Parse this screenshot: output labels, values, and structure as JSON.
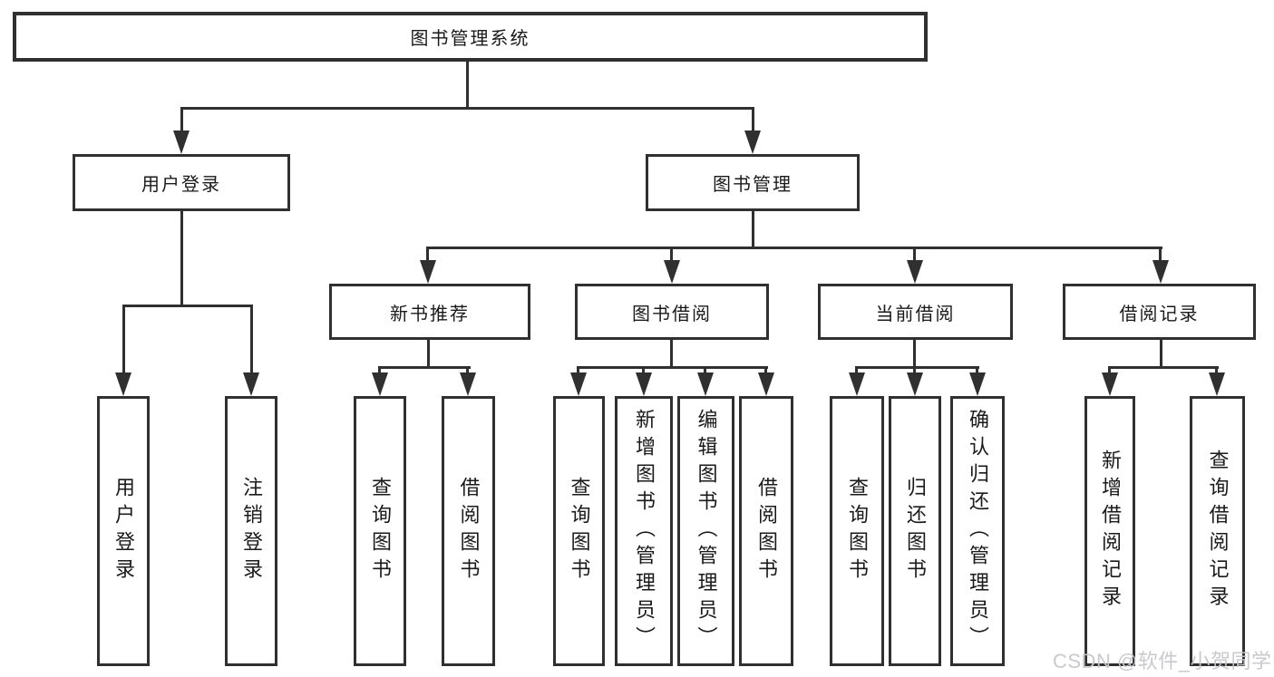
{
  "nodes": {
    "root": "图书管理系统",
    "user_login": "用户登录",
    "book_mgmt": "图书管理",
    "recommend": "新书推荐",
    "borrow": "图书借阅",
    "current": "当前借阅",
    "records": "借阅记录",
    "login_leaves": [
      "用户登录",
      "注销登录"
    ],
    "recommend_leaves": [
      "查询图书",
      "借阅图书"
    ],
    "borrow_leaves": [
      "查询图书",
      "新增图书（管理员）",
      "编辑图书（管理员）",
      "借阅图书"
    ],
    "current_leaves": [
      "查询图书",
      "归还图书",
      "确认归还（管理员）"
    ],
    "records_leaves": [
      "新增借阅记录",
      "查询借阅记录"
    ]
  },
  "watermark": "CSDN @软件_小贺同学",
  "colors": {
    "line": "#303030",
    "text": "#1a1a1a",
    "background": "#ffffff",
    "watermark": "#c7c7cc"
  }
}
